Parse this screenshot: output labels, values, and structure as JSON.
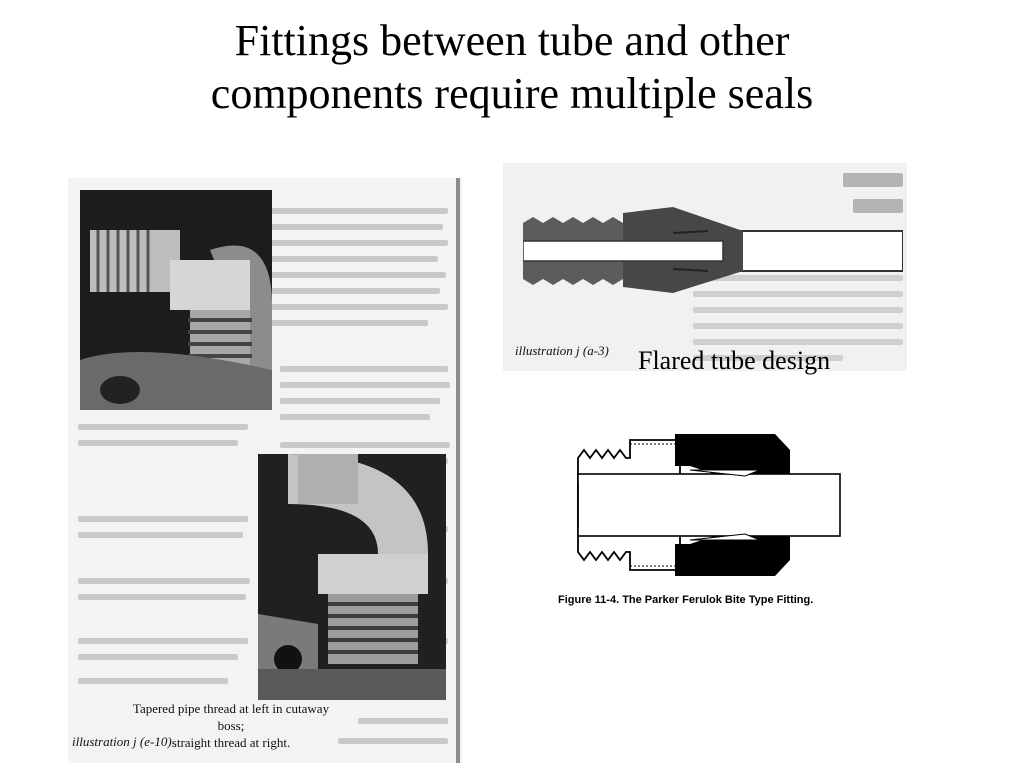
{
  "slide": {
    "title_line1": "Fittings between tube and other",
    "title_line2": "components require multiple seals"
  },
  "left_figure": {
    "caption_line1": "Tapered pipe thread at left in cutaway boss;",
    "caption_line2": "straight thread at right.",
    "illustration_label": "illustration j (e-10)"
  },
  "flared_figure": {
    "illustration_label": "illustration j (a-3)",
    "caption": "Flared tube design"
  },
  "ferulok_figure": {
    "caption": "Figure 11-4. The Parker Ferulok Bite Type Fitting."
  }
}
